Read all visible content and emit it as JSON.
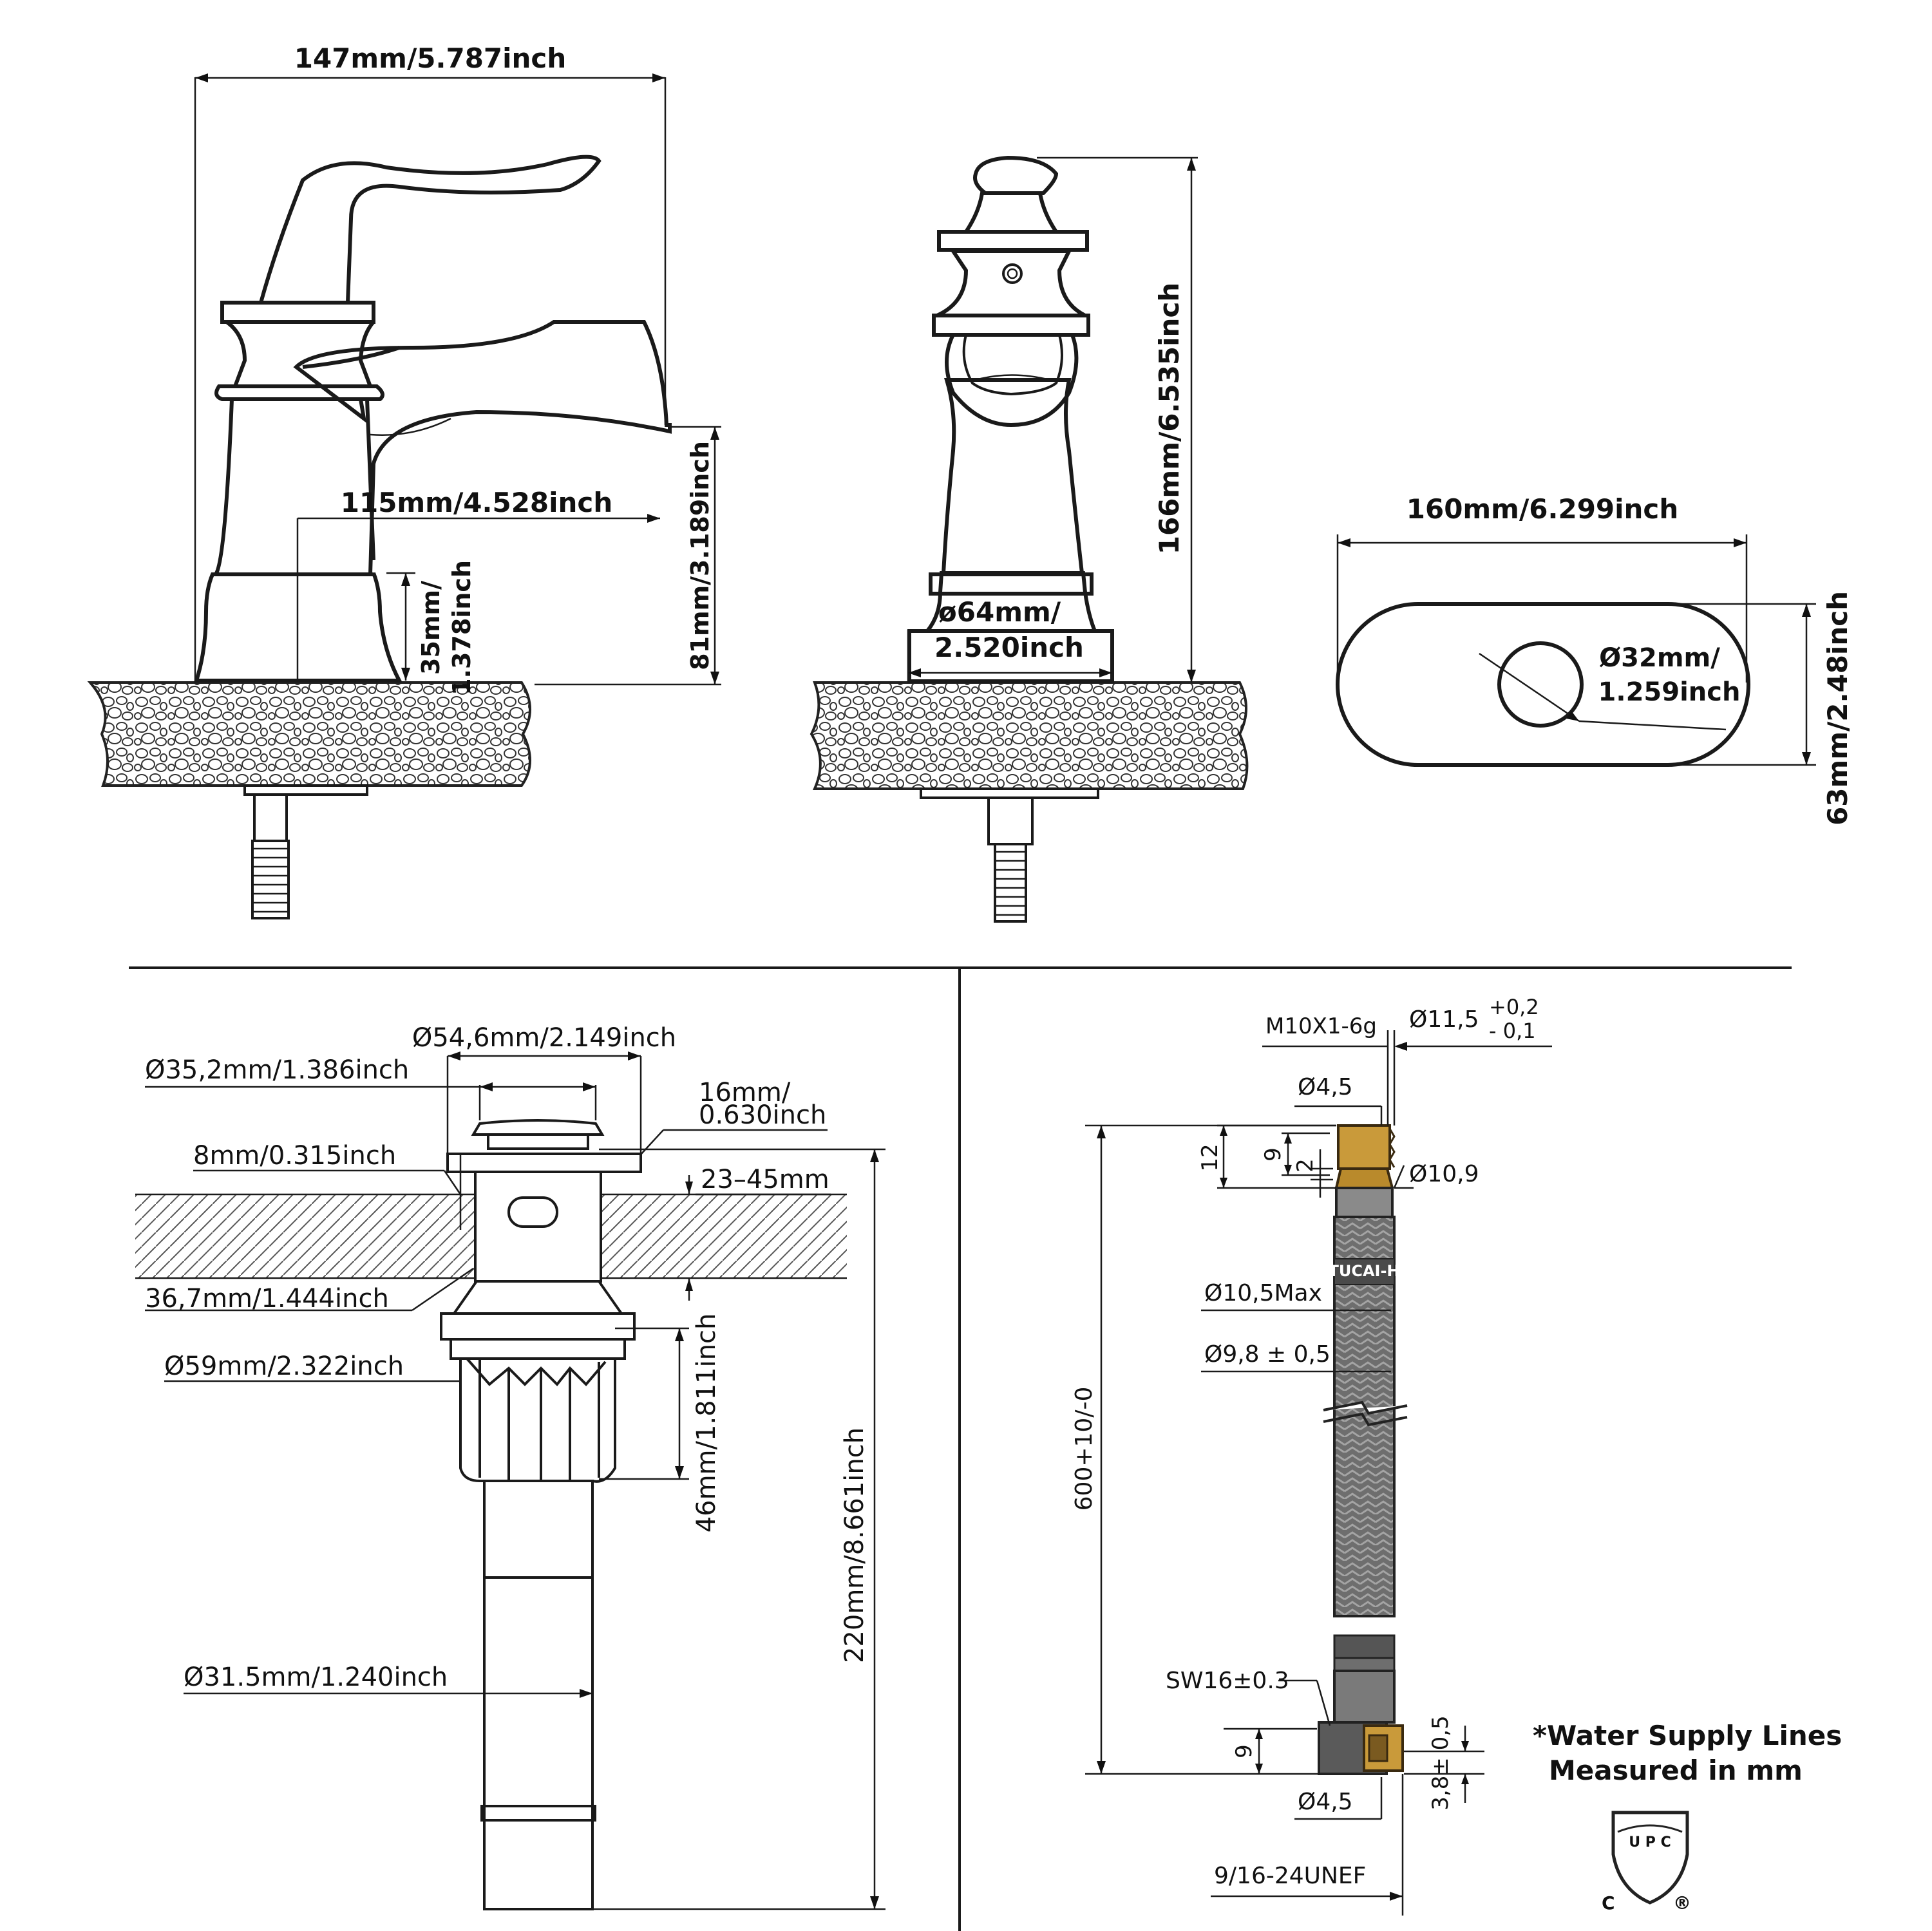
{
  "faucet": {
    "width": "147mm/5.787inch",
    "reach": "115mm/4.528inch",
    "spout_height": "81mm/3.189inch",
    "base_height_a": "35mm/",
    "base_height_b": "1.378inch",
    "total_height": "166mm/6.535inch",
    "base_dia_a": "ø64mm/",
    "base_dia_b": "2.520inch"
  },
  "deck_plate": {
    "length": "160mm/6.299inch",
    "width": "63mm/2.48inch",
    "hole_a": "Ø32mm/",
    "hole_b": "1.259inch"
  },
  "drain": {
    "cap_dia": "Ø54,6mm/2.149inch",
    "body_dia": "Ø35,2mm/1.386inch",
    "flange_a": "16mm/",
    "flange_b": "0.630inch",
    "flange_thk": "8mm/0.315inch",
    "counter_range": "23–45mm",
    "throat_dia": "36,7mm/1.444inch",
    "nut_dia": "Ø59mm/2.322inch",
    "nut_height": "46mm/1.811inch",
    "total_height": "220mm/8.661inch",
    "tail_dia": "Ø31.5mm/1.240inch"
  },
  "supply_line": {
    "thread_top": "M10X1-6g",
    "dia_top": "Ø11,5",
    "tol_plus": "+0,2",
    "tol_minus": "- 0,1",
    "dia_45_top": "Ø4,5",
    "dim_12": "12",
    "dim_9_top": "9",
    "dim_2": "2",
    "dia_109": "Ø10,9",
    "brand": "TUCAI-H",
    "dia_105": "Ø10,5Max",
    "dia_98": "Ø9,8 ± 0,5",
    "length": "600+10/-0",
    "sw": "SW16±0.3",
    "dim_9_bot": "9",
    "dim_38": "3,8± 0,5",
    "dia_45_bot": "Ø4,5",
    "thread_bot": "9/16-24UNEF"
  },
  "note": {
    "line1": "*Water Supply Lines",
    "line2": "Measured in mm"
  },
  "cert": {
    "upc": "U P C",
    "c": "C",
    "r": "®"
  }
}
